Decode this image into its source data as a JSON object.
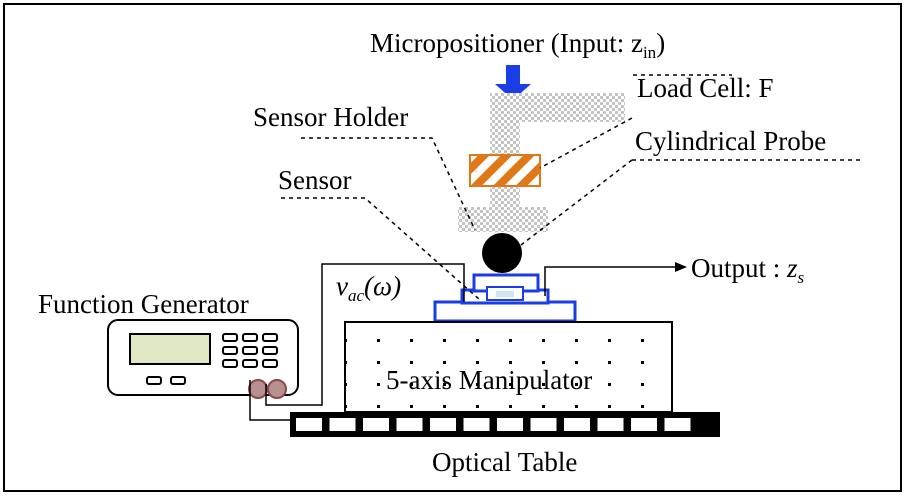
{
  "labels": {
    "micropositioner": "Micropositioner (Input: z",
    "micropositioner_sub": "in",
    "micropositioner_close": ")",
    "load_cell": "Load Cell: F",
    "sensor_holder": "Sensor Holder",
    "cylindrical_probe": "Cylindrical Probe",
    "sensor": "Sensor",
    "function_generator": "Function Generator",
    "vac_v": "v",
    "vac_sub": "ac",
    "vac_omega": "(ω)",
    "output": "Output : ",
    "output_z": "z",
    "output_sub": "s",
    "manipulator": "5-axis Manipulator",
    "optical_table": "Optical Table"
  },
  "colors": {
    "arrow_blue": "#1a3de6",
    "load_cell_orange": "#e07818",
    "holder_gray": "#c8c8c8",
    "knob_red": "#8a4a4a"
  }
}
